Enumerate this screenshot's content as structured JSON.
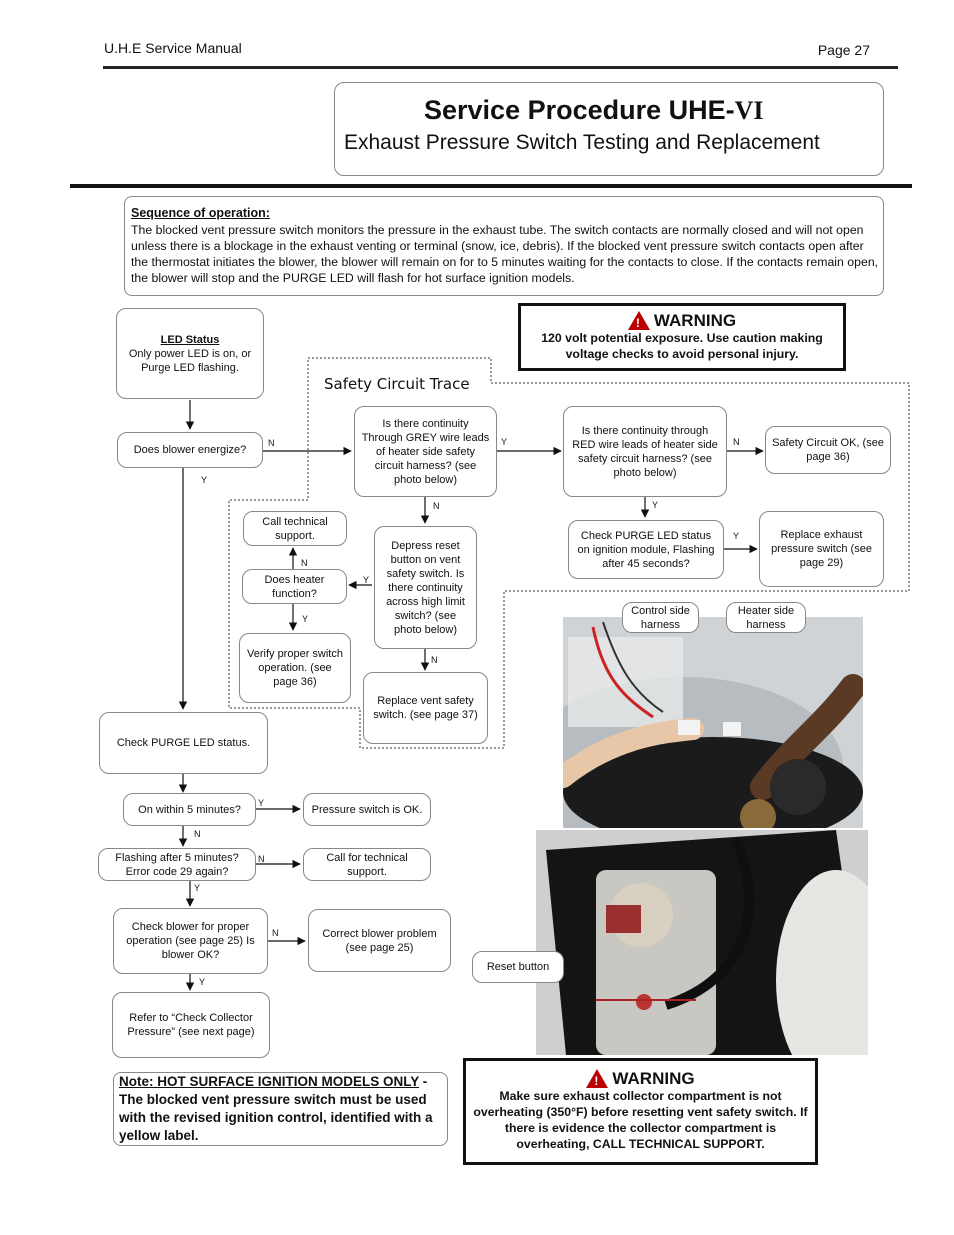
{
  "header": {
    "manual": "U.H.E Service Manual",
    "page": "Page 27"
  },
  "title": {
    "main": "Service Procedure UHE-",
    "roman": "VI",
    "sub": "Exhaust Pressure Switch Testing and Replacement"
  },
  "sequence": {
    "heading": "Sequence of operation:",
    "text": "The blocked vent pressure switch monitors the pressure in the exhaust tube.  The switch contacts are normally closed and will not open unless there is a blockage in the exhaust venting or terminal (snow, ice, debris).  If the blocked vent pressure switch contacts open after the thermostat initiates the blower, the blower will remain on for to 5 minutes waiting for the contacts to close.  If the contacts remain open, the blower will stop and the PURGE LED will flash for hot surface ignition models."
  },
  "warning1": {
    "title": "WARNING",
    "icon": "!",
    "text": "120 volt potential exposure. Use caution making voltage checks to avoid personal injury."
  },
  "warning2": {
    "title": "WARNING",
    "icon": "!",
    "text": "Make sure exhaust collector compartment is not overheating (350°F) before resetting vent safety switch. If there is evidence the collector compartment is overheating, CALL TECHNICAL SUPPORT."
  },
  "trace_label": "Safety Circuit Trace",
  "flow": {
    "led_title": "LED Status",
    "led_text": "Only power LED is on, or Purge LED flashing.",
    "blower": "Does blower energize?",
    "grey": "Is there continuity Through GREY wire leads of heater side safety circuit harness? (see photo below)",
    "red": "Is there continuity through RED wire leads of heater side safety circuit harness? (see photo below)",
    "safety_ok": "Safety Circuit OK, (see page 36)",
    "check_purge_module": "Check PURGE LED status on ignition module, Flashing after 45 seconds?",
    "replace_exhaust": "Replace exhaust pressure switch (see page 29)",
    "depress": "Depress reset button on vent safety switch. Is there continuity across high limit switch? (see photo below)",
    "call_tech_1": "Call technical support.",
    "heater_function": "Does heater function?",
    "verify": "Verify proper switch operation. (see page 36)",
    "replace_vent": "Replace vent safety switch. (see page 37)",
    "check_purge": "Check PURGE LED status.",
    "within5": "On within 5 minutes?",
    "pressure_ok": "Pressure switch is OK.",
    "flashing": "Flashing after 5 minutes? Error code 29 again?",
    "call_tech_2": "Call for technical support.",
    "check_blower": "Check blower for proper operation (see page 25) Is blower OK?",
    "correct_blower": "Correct blower problem (see page 25)",
    "refer": "Refer to “Check Collector Pressure” (see next page)"
  },
  "yn": {
    "y": "Y",
    "n": "N"
  },
  "photo_labels": {
    "control": "Control side harness",
    "heater": "Heater side harness",
    "reset": "Reset button"
  },
  "note": {
    "lead": "Note: HOT SURFACE IGNITION MODELS ",
    "only": "ONLY",
    "rest": " - The blocked vent pressure switch must be used with the revised ignition control, identified with a yellow label."
  }
}
